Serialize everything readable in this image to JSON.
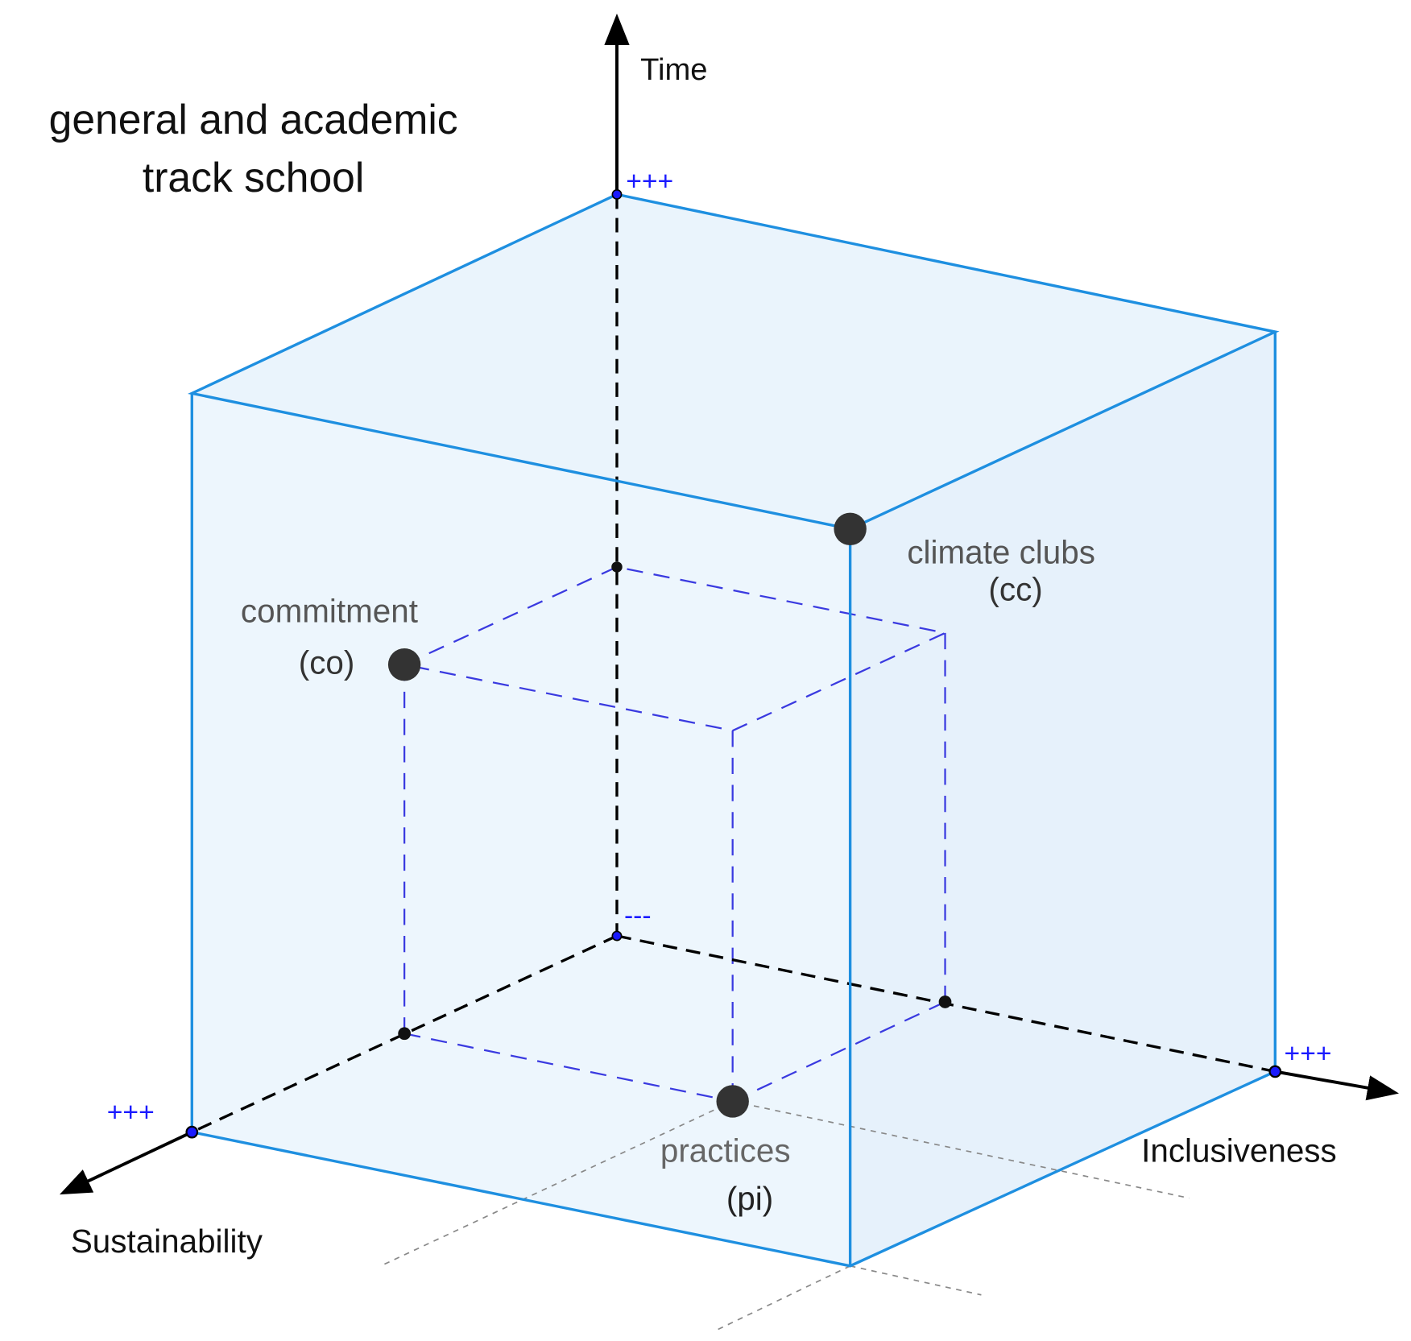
{
  "title_lines": [
    "general and academic",
    "track school"
  ],
  "axes": {
    "time": "Time",
    "sustainability": "Sustainability",
    "inclusiveness": "Inclusiveness"
  },
  "scale_marks": {
    "high": "+++",
    "low": "---"
  },
  "points": [
    {
      "id": "cc",
      "label": "climate clubs",
      "abbr": "(cc)"
    },
    {
      "id": "co",
      "label": "commitment",
      "abbr": "(co)"
    },
    {
      "id": "pi",
      "label": "practices",
      "abbr": "(pi)"
    }
  ],
  "colors": {
    "cube_edge": "#1e8fe0",
    "cube_fill": "#eaf4fc",
    "inner_dash": "#3a3ae0",
    "axis": "#000000",
    "marks": "#1a1aff",
    "point": "#333333"
  }
}
